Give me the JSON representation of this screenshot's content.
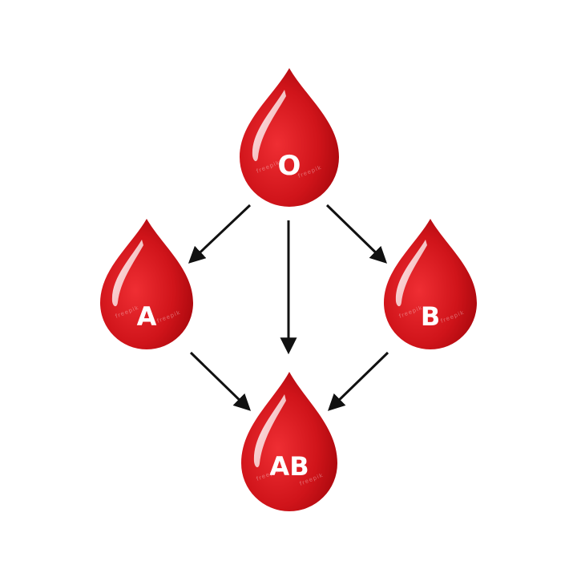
{
  "colors": {
    "background": "#ffffff",
    "drop_light": "#e8242a",
    "drop_dark": "#9c0409",
    "arrow": "#111111",
    "label": "#ffffff"
  },
  "nodes": {
    "o": {
      "label": "O"
    },
    "a": {
      "label": "A"
    },
    "b": {
      "label": "B"
    },
    "ab": {
      "label": "AB"
    }
  },
  "arrows": [
    {
      "from": "O",
      "to": "A"
    },
    {
      "from": "O",
      "to": "AB"
    },
    {
      "from": "O",
      "to": "B"
    },
    {
      "from": "A",
      "to": "AB"
    },
    {
      "from": "B",
      "to": "AB"
    }
  ],
  "watermark": "freepik"
}
